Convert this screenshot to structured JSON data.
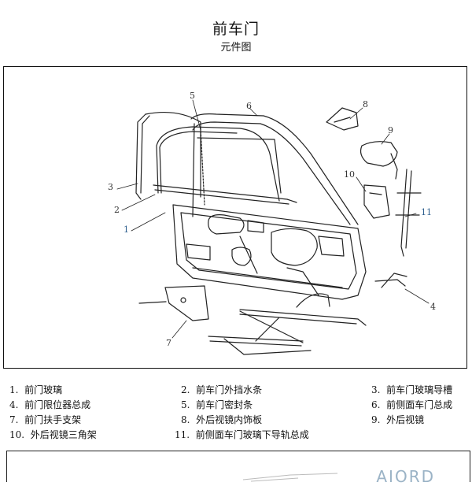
{
  "header": {
    "title": "前车门",
    "subtitle": "元件图"
  },
  "figure": {
    "callouts": [
      "5",
      "6",
      "8",
      "9",
      "10",
      "3",
      "2",
      "1",
      "11",
      "4",
      "7"
    ]
  },
  "legend": [
    {
      "num": "1.",
      "text": "前门玻璃"
    },
    {
      "num": "2.",
      "text": "前车门外挡水条"
    },
    {
      "num": "3.",
      "text": "前车门玻璃导槽"
    },
    {
      "num": "4.",
      "text": "前门限位器总成"
    },
    {
      "num": "5.",
      "text": "前车门密封条"
    },
    {
      "num": "6.",
      "text": "前侧面车门总成"
    },
    {
      "num": "7.",
      "text": "前门扶手支架"
    },
    {
      "num": "8.",
      "text": "外后视镜内饰板"
    },
    {
      "num": "9.",
      "text": "外后视镜"
    },
    {
      "num": "10.",
      "text": "外后视镜三角架"
    },
    {
      "num": "11.",
      "text": "前侧面车门玻璃下导轨总成"
    }
  ],
  "footer": {
    "partial_text": "AIORD"
  }
}
